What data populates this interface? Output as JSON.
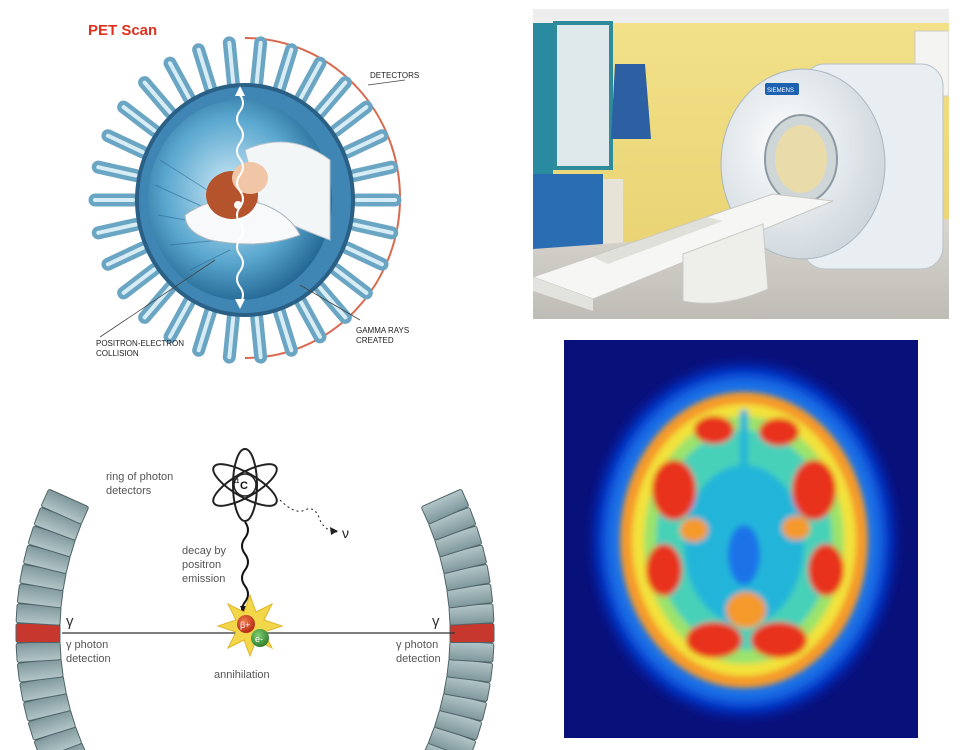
{
  "pet_scan_diagram": {
    "title": "PET Scan",
    "labels": {
      "detectors": "DETECTORS",
      "collision_line1": "POSITRON-ELECTRON",
      "collision_line2": "COLLISION",
      "gamma_line1": "GAMMA RAYS",
      "gamma_line2": "CREATED"
    },
    "colors": {
      "title": "#e0301e",
      "detector": "#8fc4dc",
      "ring": "#4a8fbf",
      "bore": "#1f6f9f"
    }
  },
  "scanner_photo": {
    "logo_text": "SIEMENS"
  },
  "annihilation_diagram": {
    "labels": {
      "ring_line1": "ring of photon",
      "ring_line2": "detectors",
      "isotope": "11C",
      "isotope_mass": "11",
      "isotope_symbol": "C",
      "neutrino": "ν",
      "decay_line1": "decay by",
      "decay_line2": "positron",
      "decay_line3": "emission",
      "gamma_symbol": "γ",
      "detect_line1": "γ photon",
      "detect_line2": "detection",
      "positron": "β+",
      "electron": "e-",
      "annihilation": "annihilation"
    },
    "colors": {
      "detector_block": "#8fa7ab",
      "hit_block": "#c8372d",
      "positron": "#d23a1e",
      "electron": "#3b9a3b",
      "flash": "#f2d74a"
    }
  },
  "brain_scan": {
    "colormap": [
      "#08107a",
      "#0033cc",
      "#1a73e8",
      "#22b5d9",
      "#46d1b8",
      "#9be36a",
      "#f3e23a",
      "#f59a2a",
      "#e8331c"
    ]
  }
}
